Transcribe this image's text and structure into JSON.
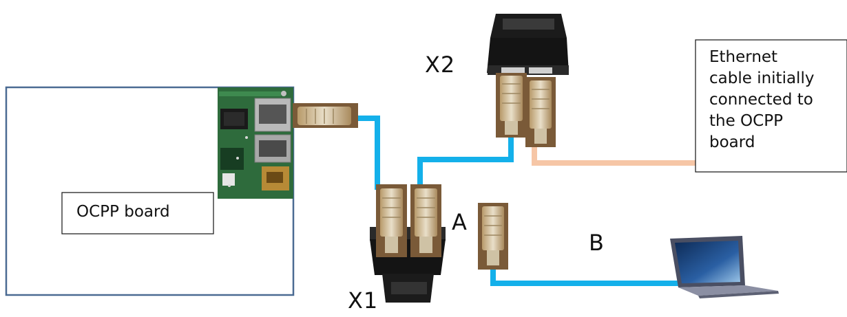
{
  "labels": {
    "x1": "X1",
    "x2": "X2",
    "a": "A",
    "b": "B"
  },
  "board": {
    "label": "OCPP board"
  },
  "note": {
    "lines": [
      "Ethernet",
      "cable initially",
      "connected to",
      "the OCPP",
      "board"
    ]
  },
  "colors": {
    "cable_blue": "#14b0ea",
    "cable_peach": "#f6c6a6",
    "board_outline": "#4a6a92",
    "pcb_green": "#2e6b3c",
    "connector_tan": "#d9cdb3",
    "splitter_black": "#1b1b1b",
    "laptop_body": "#4a4f63"
  },
  "icons": {
    "board_photo": "pcb-icon",
    "splitter": "rj45-splitter-icon",
    "plug": "rj45-plug-icon",
    "laptop": "laptop-icon"
  }
}
